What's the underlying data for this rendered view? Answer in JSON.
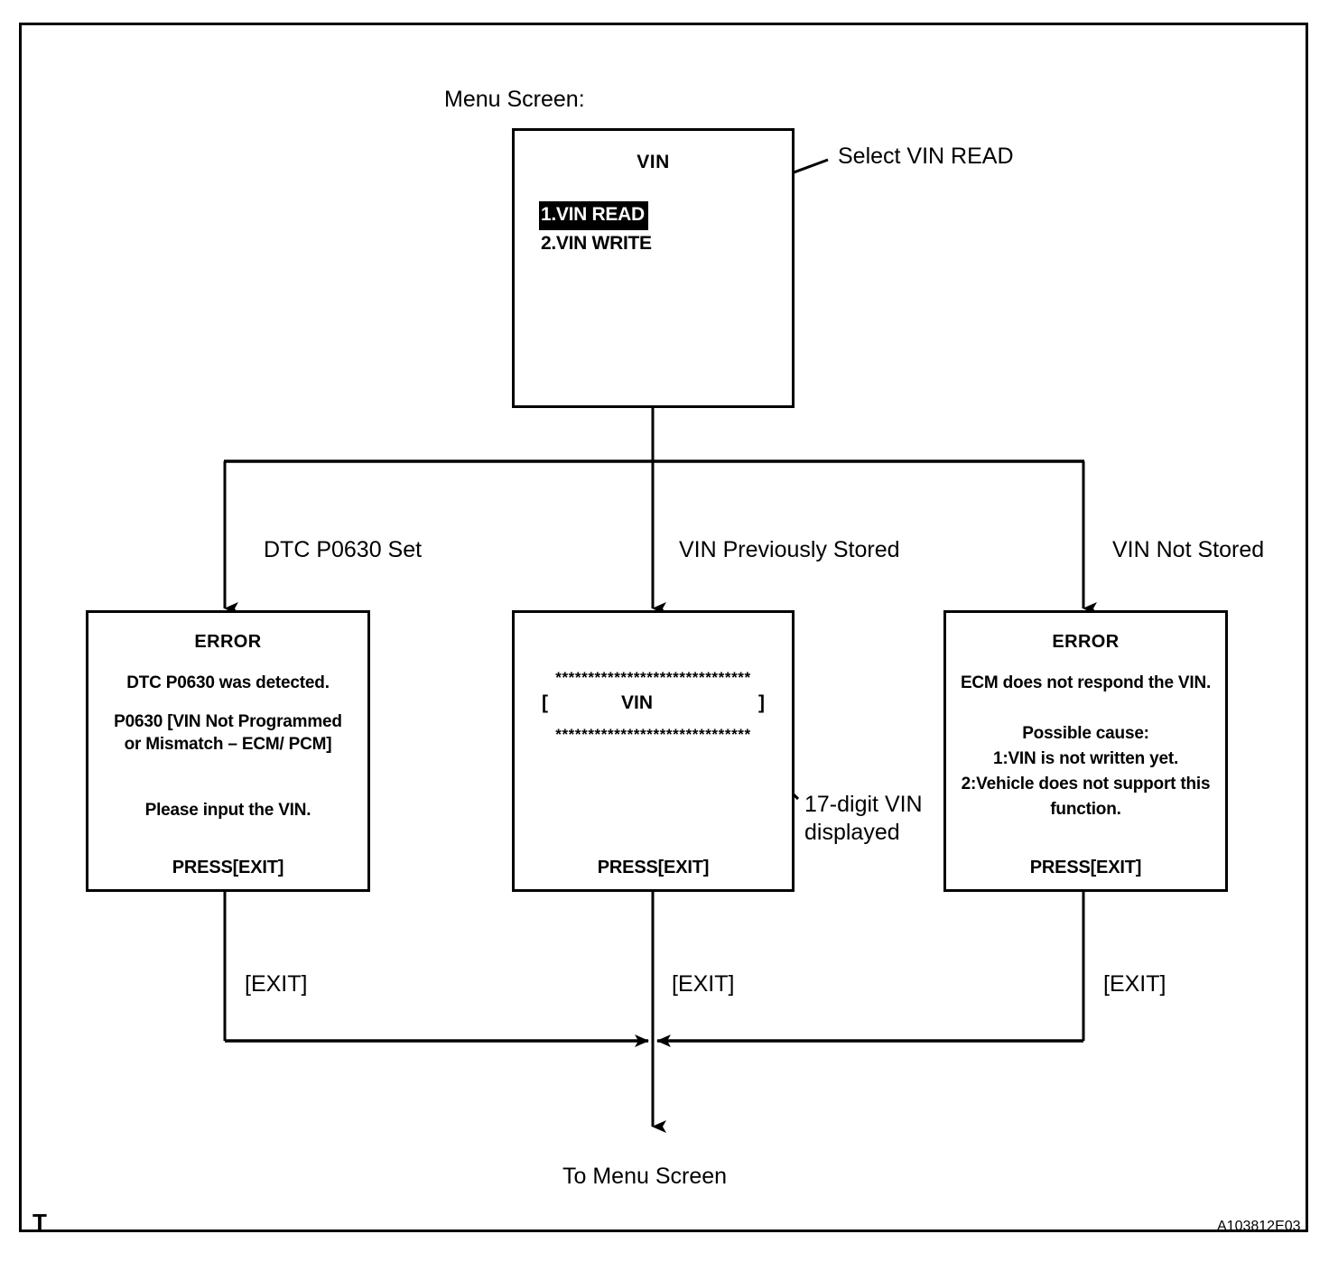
{
  "figure": {
    "corner_marker": "T",
    "figure_id": "A103812E03"
  },
  "menu": {
    "caption": "Menu Screen:",
    "screen_title": "VIN",
    "items": [
      {
        "label": "1.VIN READ",
        "selected": true
      },
      {
        "label": "2.VIN WRITE",
        "selected": false
      }
    ],
    "callout": "Select VIN READ"
  },
  "branches": [
    {
      "label": "DTC P0630 Set"
    },
    {
      "label": "VIN Previously Stored"
    },
    {
      "label": "VIN Not Stored"
    }
  ],
  "screens": {
    "dtc_error": {
      "title": "ERROR",
      "line1": "DTC P0630 was detected.",
      "line2a": "P0630  [VIN Not Programmed",
      "line2b": "or Mismatch – ECM/ PCM]",
      "line3": "Please input the VIN.",
      "press": "PRESS[EXIT]"
    },
    "vin_stored": {
      "stars_top": "******************************",
      "bracket_open": "[",
      "vin_label": "VIN",
      "bracket_close": "]",
      "stars_bottom": "******************************",
      "press": "PRESS[EXIT]",
      "callout": "17-digit VIN displayed"
    },
    "no_vin_error": {
      "title": "ERROR",
      "line1": "ECM does not respond the VIN.",
      "line2": "Possible cause:",
      "line3": "1:VIN is not written yet.",
      "line4": "2:Vehicle does not support this",
      "line5": "function.",
      "press": "PRESS[EXIT]"
    }
  },
  "exits": {
    "left_label": "[EXIT]",
    "center_label": "[EXIT]",
    "right_label": "[EXIT]",
    "destination": "To Menu Screen"
  },
  "colors": {
    "line": "#000000",
    "background": "#ffffff",
    "highlight_bg": "#000000",
    "highlight_fg": "#ffffff"
  }
}
